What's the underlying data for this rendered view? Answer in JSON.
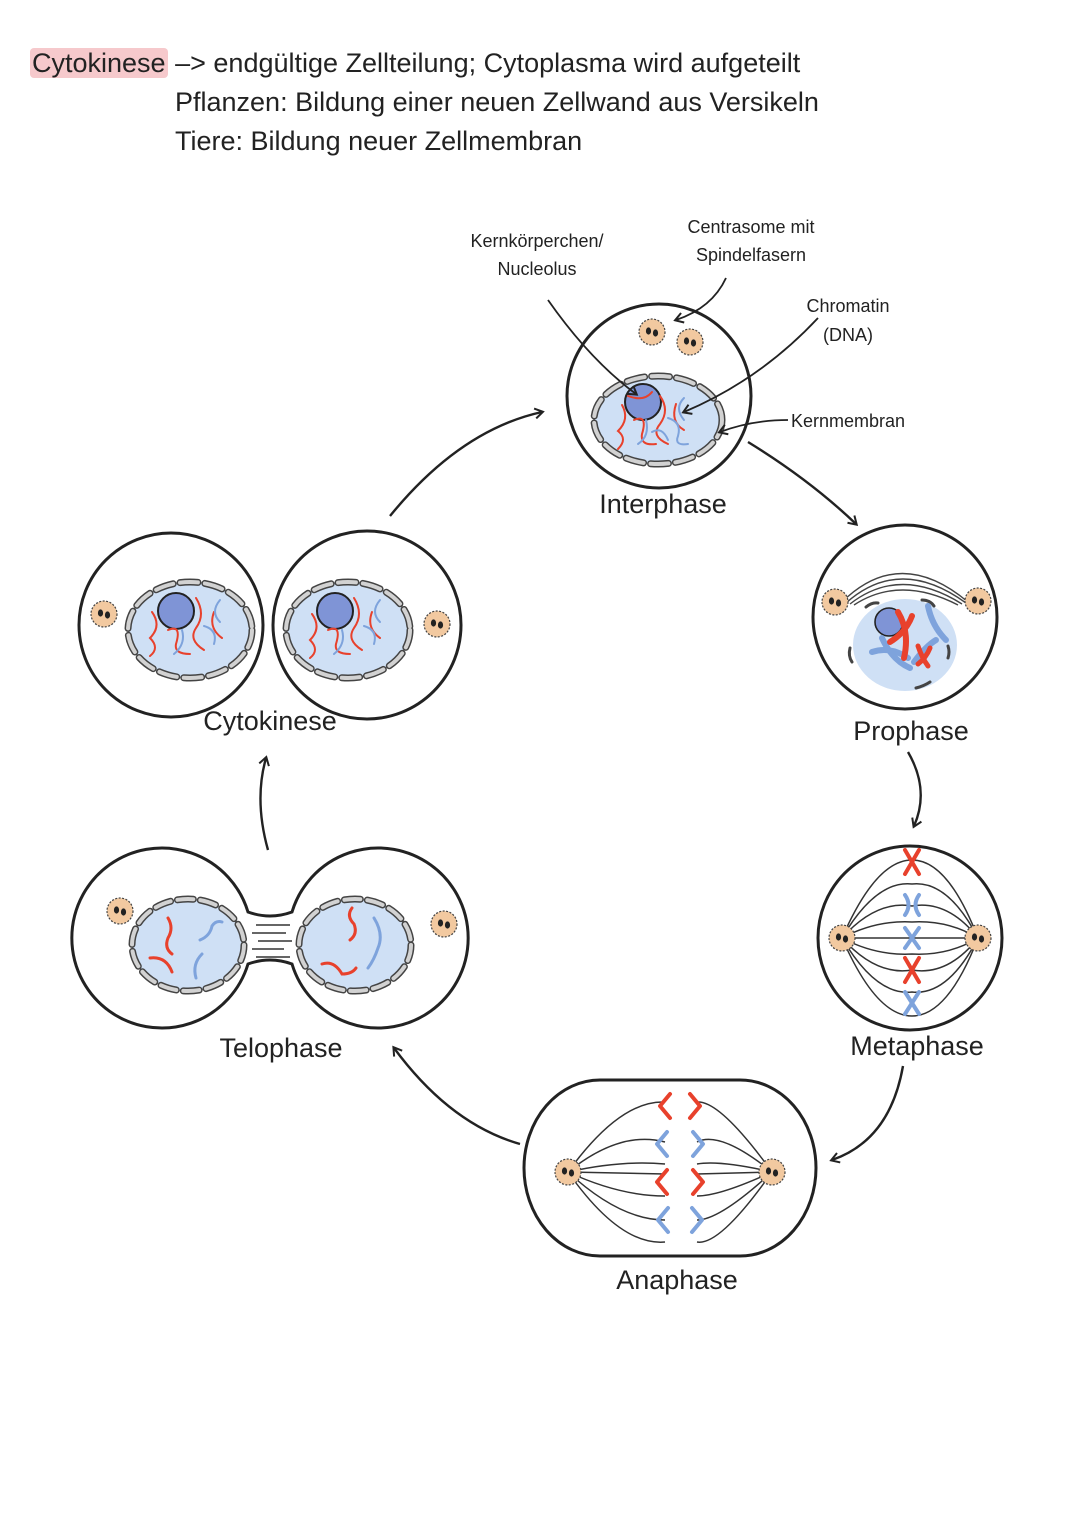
{
  "note": {
    "term": "Cytokinese",
    "arrow": "–>",
    "line1": "endgültige Zellteilung; Cytoplasma wird aufgeteilt",
    "line2": "Pflanzen: Bildung einer neuen Zellwand aus Versikeln",
    "line3": "Tiere: Bildung neuer Zellmembran"
  },
  "labels": {
    "nucleolus_1": "Kernkörperchen/",
    "nucleolus_2": "Nucleolus",
    "centrosome_1": "Centrasome mit",
    "centrosome_2": "Spindelfasern",
    "chromatin_1": "Chromatin",
    "chromatin_2": "(DNA)",
    "membrane": "Kernmembran"
  },
  "phases": {
    "interphase": "Interphase",
    "prophase": "Prophase",
    "metaphase": "Metaphase",
    "anaphase": "Anaphase",
    "telophase": "Telophase",
    "cytokinese": "Cytokinese"
  },
  "colors": {
    "nucleus": "#cfe0f5",
    "nucleolus": "#7f94d6",
    "chromosome_red": "#e8412c",
    "chromosome_blue": "#7ea3dc",
    "centrosome": "#f2c9a0",
    "membrane_gray": "#cfcfcf"
  }
}
